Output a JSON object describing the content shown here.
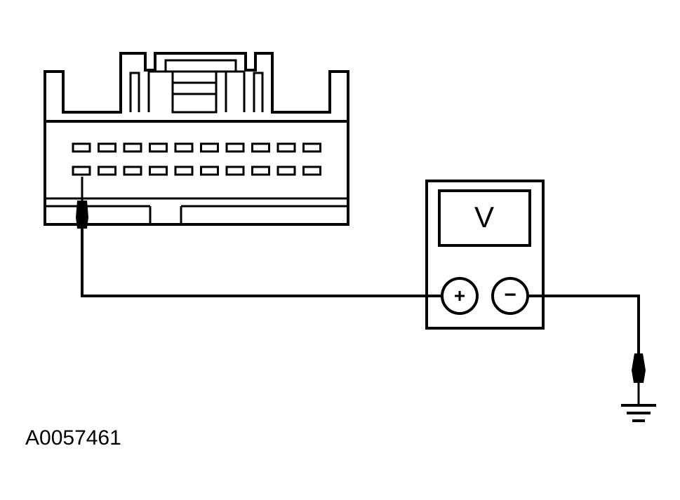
{
  "meter": {
    "display_symbol": "V",
    "positive_terminal": "+",
    "negative_terminal": "−"
  },
  "figure_id": "A0057461",
  "connector": {
    "pin_rows": 2,
    "pins_per_row": 10
  },
  "colors": {
    "line": "#000000",
    "background": "#ffffff"
  }
}
